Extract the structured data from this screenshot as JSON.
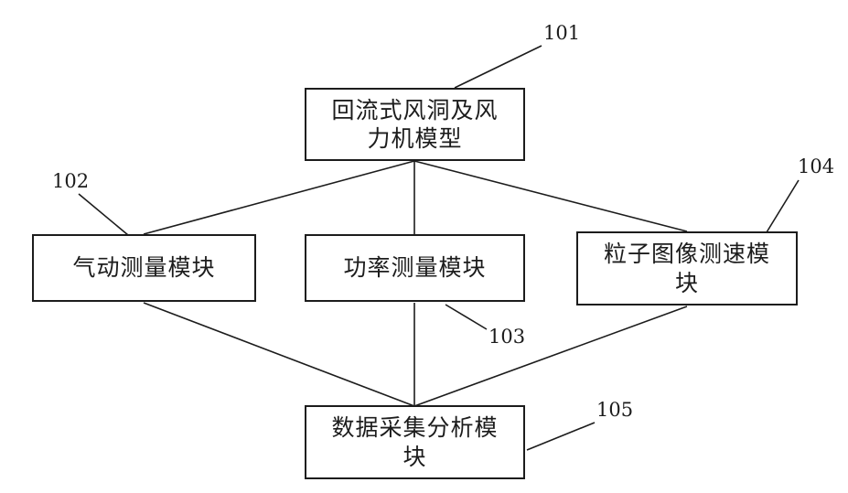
{
  "figure": {
    "nodes": {
      "wind_tunnel_model": {
        "label": "回流式风洞及风\n力机模型",
        "ref": "101"
      },
      "aero_measure": {
        "label": "气动测量模块",
        "ref": "102"
      },
      "power_measure": {
        "label": "功率测量模块",
        "ref": "103"
      },
      "piv_module": {
        "label": "粒子图像测速模\n块",
        "ref": "104"
      },
      "daq_analysis": {
        "label": "数据采集分析模\n块",
        "ref": "105"
      }
    },
    "line_color": "#1c1c1c"
  }
}
